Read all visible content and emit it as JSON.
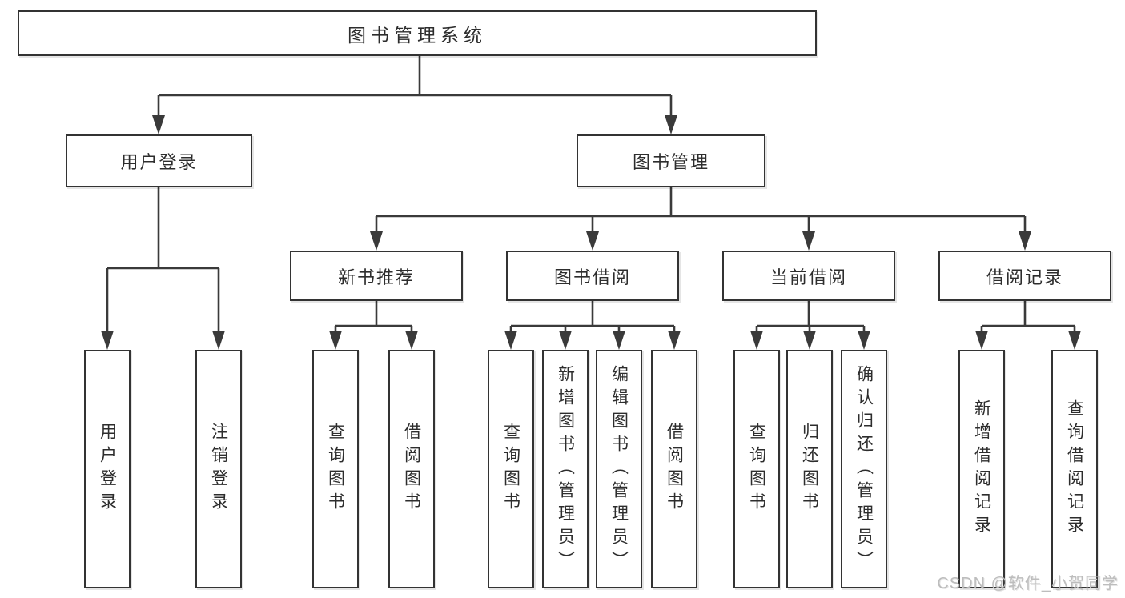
{
  "diagram": {
    "title_node": "图书管理系统",
    "root": {
      "label": "图书管理系统"
    },
    "branches": [
      {
        "label": "用户登录",
        "children": [
          {
            "label": "用户登录"
          },
          {
            "label": "注销登录"
          }
        ]
      },
      {
        "label": "图书管理",
        "children": [
          {
            "label": "新书推荐",
            "children": [
              {
                "label": "查询图书"
              },
              {
                "label": "借阅图书"
              }
            ]
          },
          {
            "label": "图书借阅",
            "children": [
              {
                "label": "查询图书"
              },
              {
                "label": "新增图书（管理员）"
              },
              {
                "label": "编辑图书（管理员）"
              },
              {
                "label": "借阅图书"
              }
            ]
          },
          {
            "label": "当前借阅",
            "children": [
              {
                "label": "查询图书"
              },
              {
                "label": "归还图书"
              },
              {
                "label": "确认归还（管理员）"
              }
            ]
          },
          {
            "label": "借阅记录",
            "children": [
              {
                "label": "新增借阅记录"
              },
              {
                "label": "查询借阅记录"
              }
            ]
          }
        ]
      }
    ]
  },
  "watermark": {
    "text": "CSDN @软件_小贺同学"
  },
  "colors": {
    "line": "#3a3a3a",
    "border": "#333333",
    "text": "#2d2d2d",
    "watermark": "#bdbdbd",
    "background": "#ffffff"
  }
}
